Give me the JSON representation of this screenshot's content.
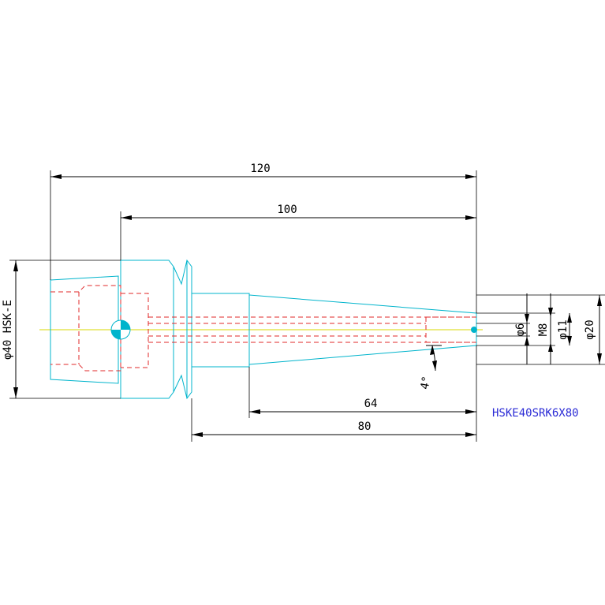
{
  "drawing": {
    "part_number": "HSKE40SRK6X80",
    "dimensions": {
      "overall_length": "120",
      "body_length": "100",
      "taper_length": "64",
      "shank_length": "80",
      "angle": "4°",
      "bore_diameter": "φ6",
      "thread": "M8",
      "tip_diameter": "φ11",
      "nose_diameter": "φ20",
      "hsk_diameter": "φ40 HSK-E"
    },
    "colors": {
      "outline": "#00b4cc",
      "hidden": "#e0282a",
      "center": "#d8d800",
      "dimension": "#000000",
      "label": "#2b2bd6"
    }
  }
}
